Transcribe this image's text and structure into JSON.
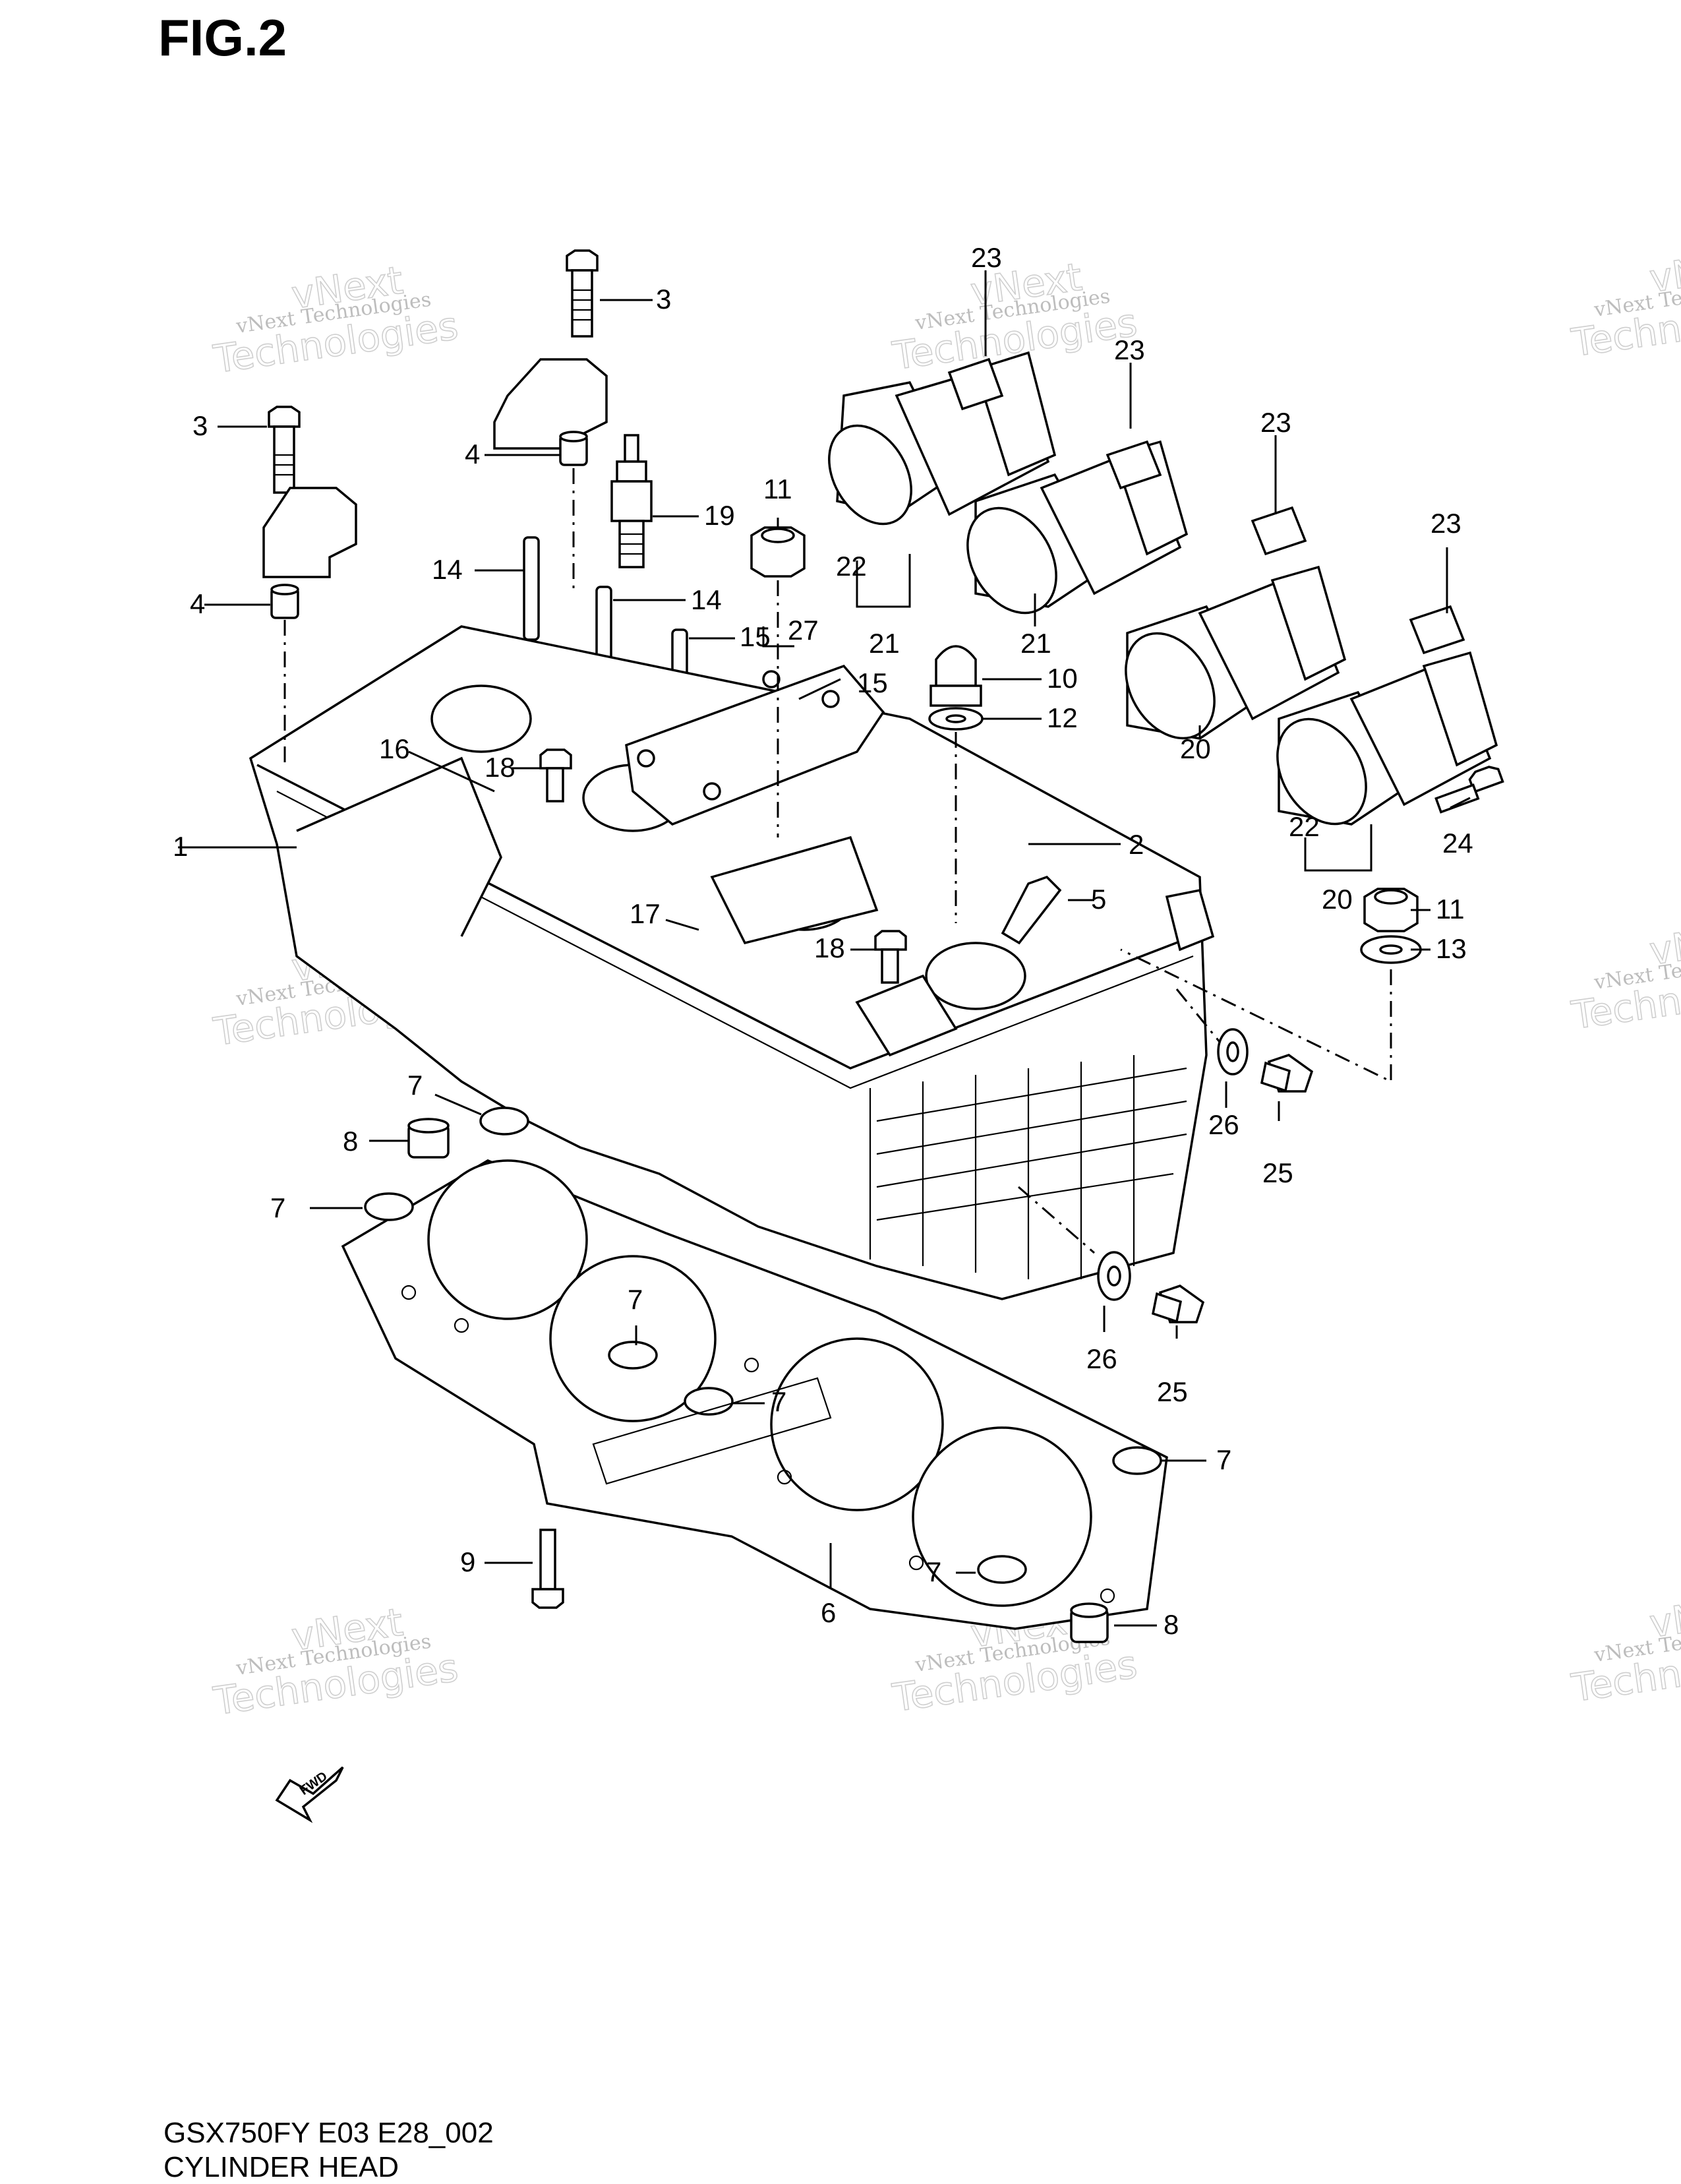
{
  "figure": {
    "title": "FIG.2"
  },
  "footer": {
    "model_code": "GSX750FY E03 E28_002",
    "section_name": "CYLINDER HEAD"
  },
  "watermark": {
    "line1": "vNext Technologies",
    "line2": "vNext",
    "line3": "Technologies"
  },
  "fwd_badge": "FWD",
  "callouts": [
    {
      "id": "c3a",
      "label": "3"
    },
    {
      "id": "c3b",
      "label": "3"
    },
    {
      "id": "c4a",
      "label": "4"
    },
    {
      "id": "c4b",
      "label": "4"
    },
    {
      "id": "c14a",
      "label": "14"
    },
    {
      "id": "c14b",
      "label": "14"
    },
    {
      "id": "c19",
      "label": "19"
    },
    {
      "id": "c11a",
      "label": "11"
    },
    {
      "id": "c15a",
      "label": "15"
    },
    {
      "id": "c27",
      "label": "27"
    },
    {
      "id": "c15b",
      "label": "15"
    },
    {
      "id": "c16",
      "label": "16"
    },
    {
      "id": "c18a",
      "label": "18"
    },
    {
      "id": "c1",
      "label": "1"
    },
    {
      "id": "c17",
      "label": "17"
    },
    {
      "id": "c18b",
      "label": "18"
    },
    {
      "id": "c2",
      "label": "2"
    },
    {
      "id": "c5",
      "label": "5"
    },
    {
      "id": "c10",
      "label": "10"
    },
    {
      "id": "c12",
      "label": "12"
    },
    {
      "id": "c23a",
      "label": "23"
    },
    {
      "id": "c23b",
      "label": "23"
    },
    {
      "id": "c23c",
      "label": "23"
    },
    {
      "id": "c23d",
      "label": "23"
    },
    {
      "id": "c22a",
      "label": "22"
    },
    {
      "id": "c21a",
      "label": "21"
    },
    {
      "id": "c21b",
      "label": "21"
    },
    {
      "id": "c20a",
      "label": "20"
    },
    {
      "id": "c22b",
      "label": "22"
    },
    {
      "id": "c20b",
      "label": "20"
    },
    {
      "id": "c24",
      "label": "24"
    },
    {
      "id": "c11b",
      "label": "11"
    },
    {
      "id": "c13",
      "label": "13"
    },
    {
      "id": "c26a",
      "label": "26"
    },
    {
      "id": "c25a",
      "label": "25"
    },
    {
      "id": "c26b",
      "label": "26"
    },
    {
      "id": "c25b",
      "label": "25"
    },
    {
      "id": "c7a",
      "label": "7"
    },
    {
      "id": "c8a",
      "label": "8"
    },
    {
      "id": "c7b",
      "label": "7"
    },
    {
      "id": "c7c",
      "label": "7"
    },
    {
      "id": "c7d",
      "label": "7"
    },
    {
      "id": "c7e",
      "label": "7"
    },
    {
      "id": "c7f",
      "label": "7"
    },
    {
      "id": "c9",
      "label": "9"
    },
    {
      "id": "c6",
      "label": "6"
    },
    {
      "id": "c8b",
      "label": "8"
    }
  ]
}
